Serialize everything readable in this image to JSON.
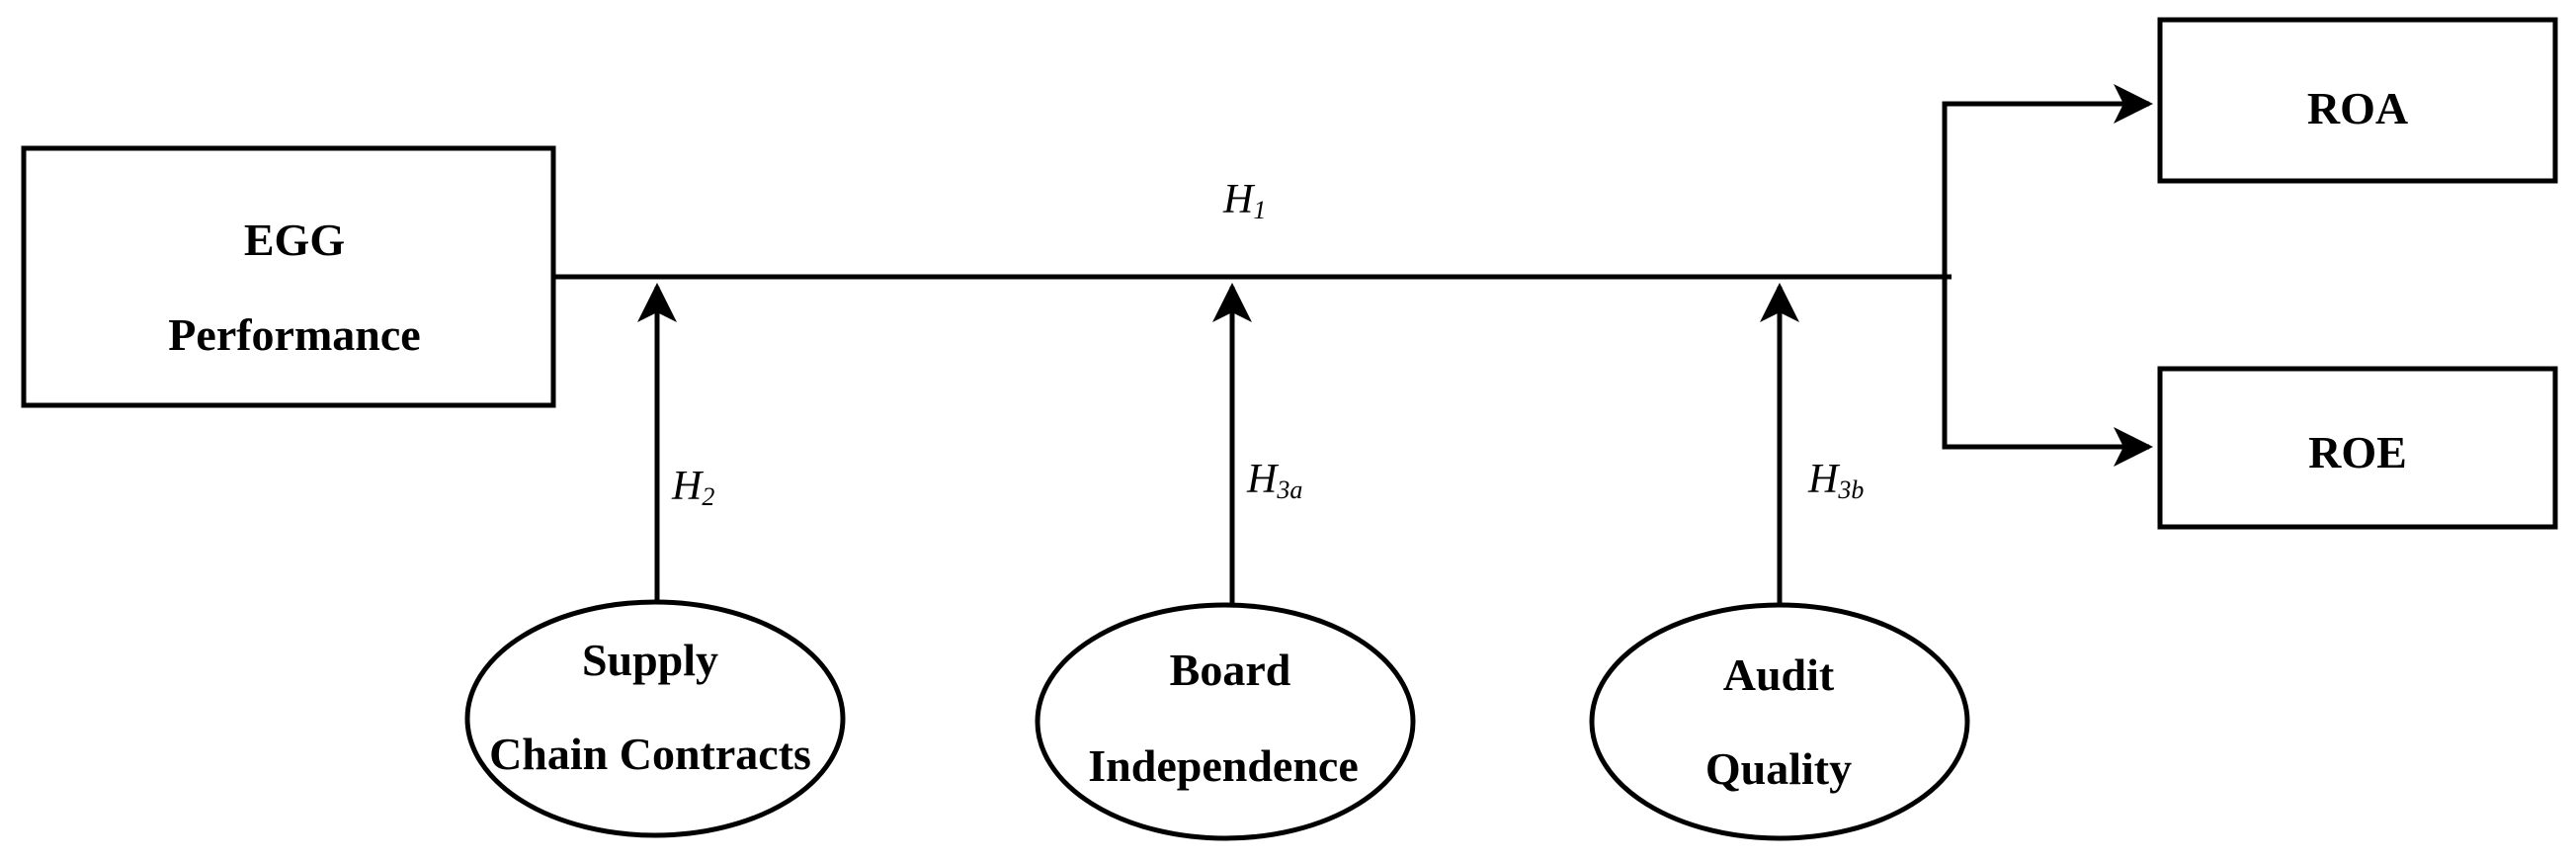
{
  "diagram": {
    "source_box": {
      "line1": "EGG",
      "line2": "Performance"
    },
    "outcomes": [
      {
        "label": "ROA"
      },
      {
        "label": "ROE"
      }
    ],
    "moderators": [
      {
        "line1": "Supply",
        "line2": "Chain Contracts",
        "hyp_main": "H",
        "hyp_sub": "2"
      },
      {
        "line1": "Board",
        "line2": "Independence",
        "hyp_main": "H",
        "hyp_sub": "3a"
      },
      {
        "line1": "Audit",
        "line2": "Quality",
        "hyp_main": "H",
        "hyp_sub": "3b"
      }
    ],
    "main_path": {
      "hyp_main": "H",
      "hyp_sub": "1"
    },
    "colors": {
      "stroke": "#000000",
      "background": "#ffffff"
    }
  }
}
